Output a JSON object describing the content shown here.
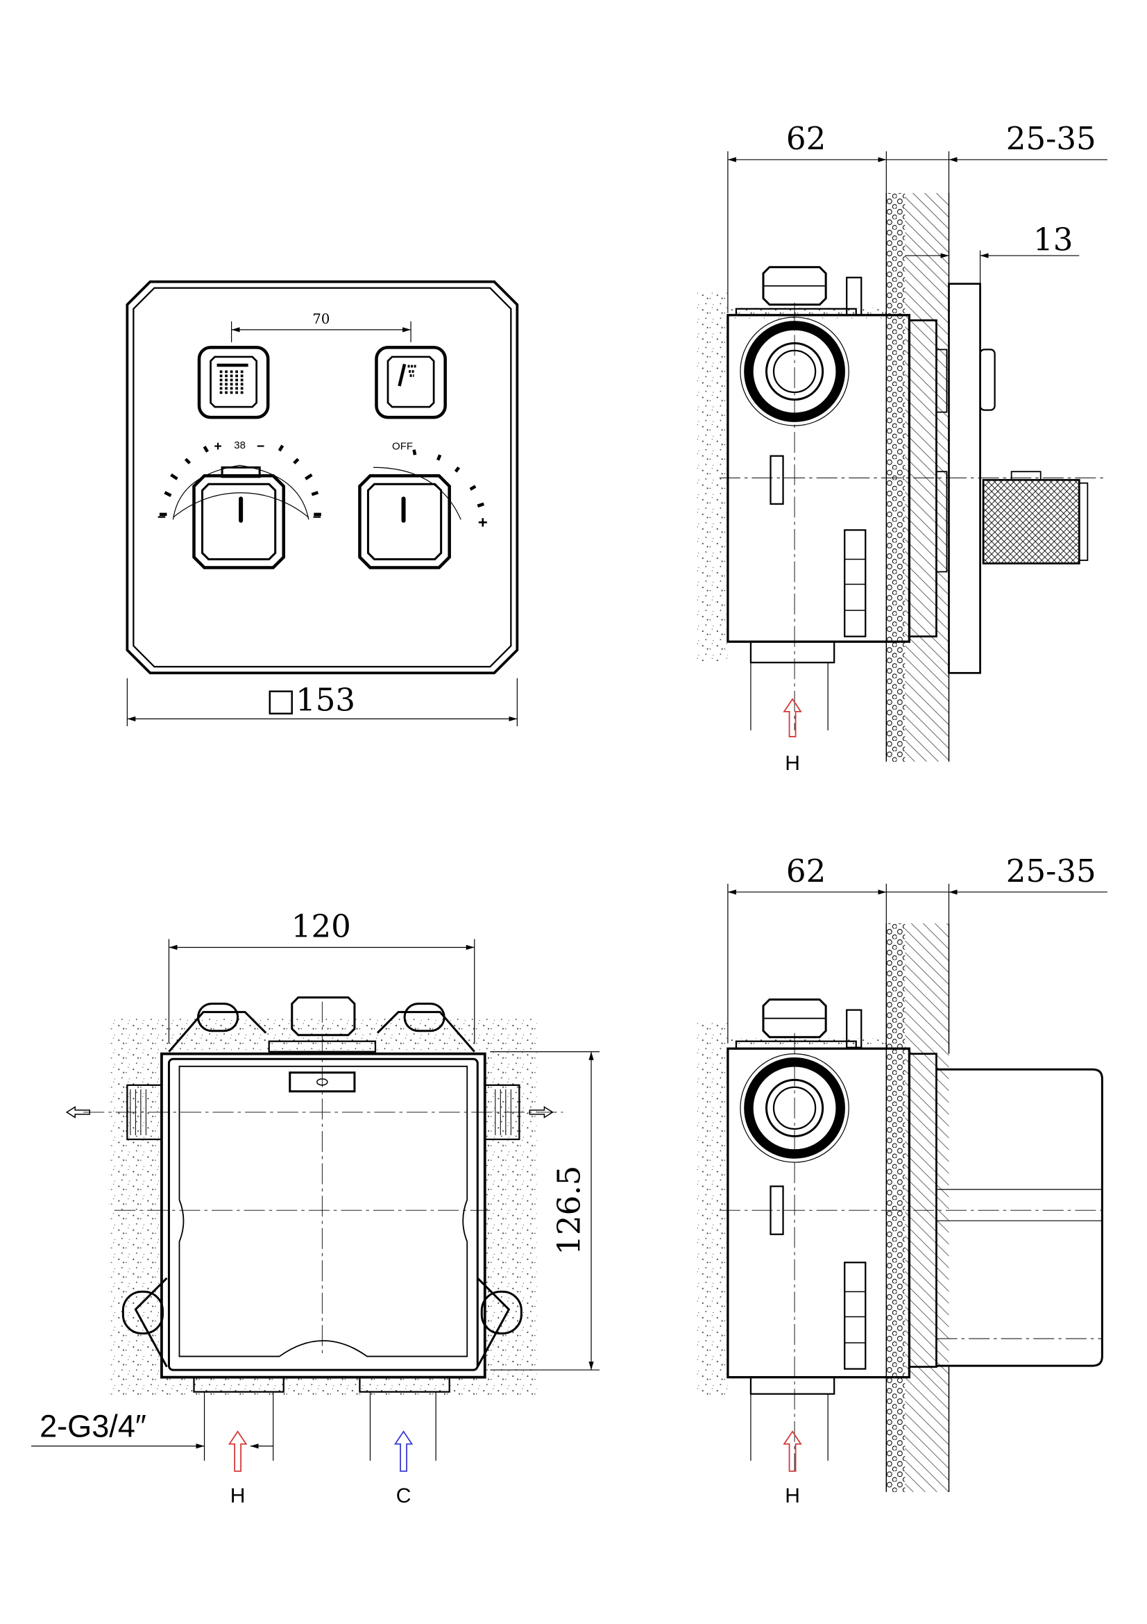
{
  "front_view": {
    "button_spacing": "70",
    "temp_label": "38",
    "temp_plus": "+",
    "temp_minus": "−",
    "left_scale_min": "−",
    "left_scale_max": "−",
    "flow_label": "OFF",
    "flow_plus": "+",
    "width": "□153"
  },
  "side_view_top": {
    "depth": "62",
    "wall_range": "25-35",
    "plate_offset": "13",
    "inlet": "H"
  },
  "rear_view": {
    "width": "120",
    "height": "126.5",
    "thread": "2-G3/4″",
    "inlet_hot": "H",
    "inlet_cold": "C"
  },
  "side_view_bottom": {
    "depth": "62",
    "wall_range": "25-35",
    "inlet": "H"
  },
  "colors": {
    "hot": "#d33a3a",
    "cold": "#3a3ad3",
    "line": "#000000"
  }
}
